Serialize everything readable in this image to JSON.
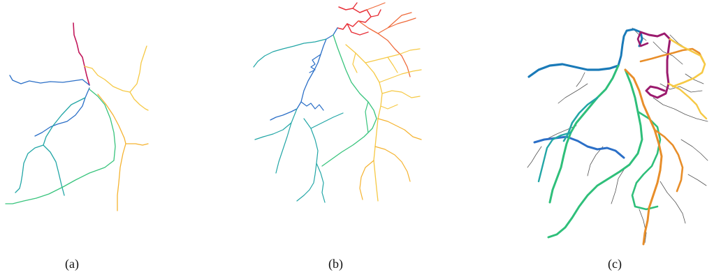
{
  "captions": {
    "a": "(a)",
    "b": "(b)",
    "c": "(c)"
  },
  "palette": {
    "magenta": "#c2185b",
    "crimson": "#e8323a",
    "orange_red": "#ef6a3a",
    "amber": "#f7b731",
    "gold": "#f6c945",
    "green": "#39c47d",
    "teal": "#22a6a6",
    "blue": "#2b6fc7",
    "dark_blue": "#1a7ab8",
    "dark_orange": "#e88e2a",
    "purple": "#9b1b6e",
    "gray": "#555555"
  }
}
